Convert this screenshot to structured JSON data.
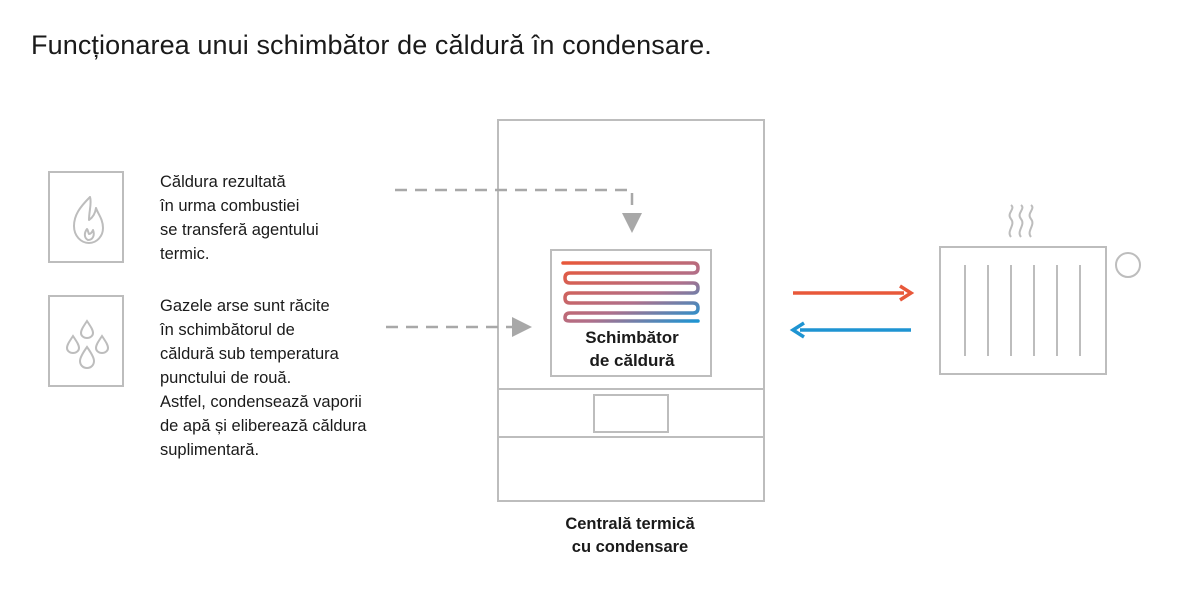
{
  "title": "Funcționarea unui schimbător de căldură în condensare.",
  "steps": [
    {
      "icon": "flame-icon",
      "text": "Căldura rezultată\nîn urma combustiei\nse transferă agentului\ntermic."
    },
    {
      "icon": "water-drops-icon",
      "text": "Gazele arse sunt răcite\nîn schimbătorul de\ncăldură sub temperatura\npunctului de rouă.\nAstfel, condensează vaporii\nde apă și eliberează căldura\nsuplimentară."
    }
  ],
  "heat_exchanger": {
    "label": "Schimbător\nde căldură"
  },
  "boiler": {
    "label": "Centrală termică\ncu condensare"
  },
  "colors": {
    "outline": "#bdbdbd",
    "dashed_arrow": "#a8a8a8",
    "hot": "#e8583a",
    "cold": "#1e94d2",
    "text": "#1a1a1a"
  }
}
